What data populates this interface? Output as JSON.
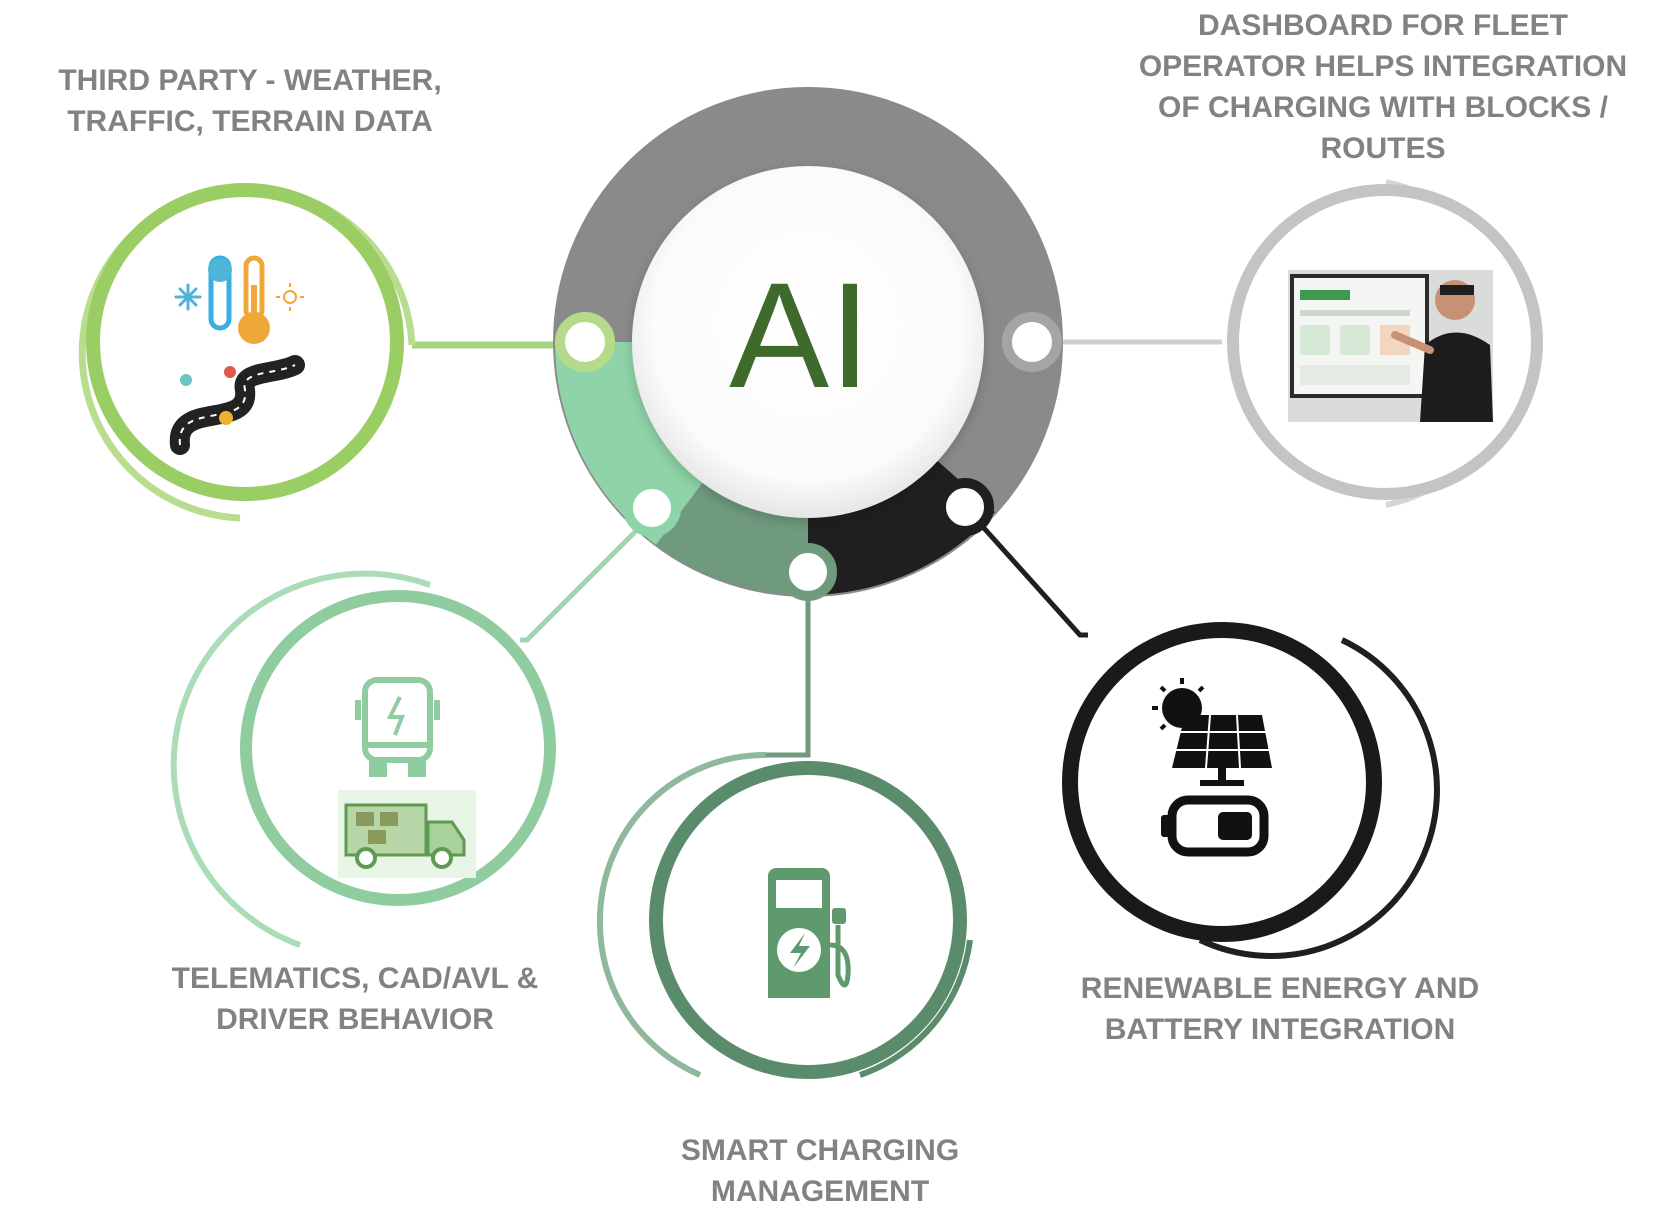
{
  "center": {
    "label": "AI"
  },
  "nodes": [
    {
      "id": "third-party",
      "lines": [
        "THIRD PARTY -  WEATHER,",
        "TRAFFIC, TERRAIN DATA"
      ],
      "color": "#9acd64",
      "icons": [
        "thermometer-icon",
        "snowflake-icon",
        "sun-icon",
        "road-icon",
        "map-pin-icon"
      ]
    },
    {
      "id": "dashboard",
      "lines": [
        "DASHBOARD FOR FLEET",
        "OPERATOR HELPS INTEGRATION",
        "OF CHARGING WITH BLOCKS /",
        "ROUTES"
      ],
      "color": "#c0c0c0",
      "icons": [
        "dashboard-photo"
      ]
    },
    {
      "id": "telematics",
      "lines": [
        "TELEMATICS, CAD/AVL &",
        "DRIVER BEHAVIOR"
      ],
      "color": "#8fcca0",
      "icons": [
        "electric-bus-icon",
        "delivery-truck-icon"
      ]
    },
    {
      "id": "smart-charging",
      "lines": [
        "SMART CHARGING",
        "MANAGEMENT"
      ],
      "color": "#5a8c6c",
      "icons": [
        "charging-station-icon"
      ]
    },
    {
      "id": "renewable",
      "lines": [
        "RENEWABLE ENERGY AND",
        "BATTERY INTEGRATION"
      ],
      "color": "#1f1f1f",
      "icons": [
        "solar-panel-icon",
        "sun-icon",
        "battery-icon"
      ]
    }
  ],
  "colors": {
    "ring_gray": "#8a8a8a",
    "ring_light_green": "#8fd3a8",
    "ring_mid_green": "#6f9a7e",
    "ring_black": "#1f1f1f",
    "ai_text": "#3e6a2c",
    "label_gray": "#828282"
  }
}
